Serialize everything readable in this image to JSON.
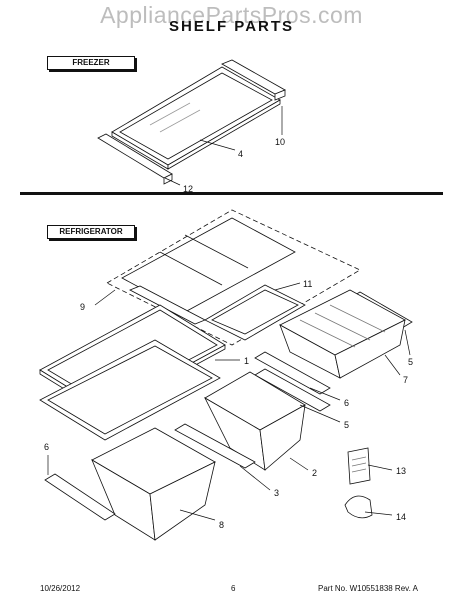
{
  "watermark": "AppliancePartsPros.com",
  "title": "SHELF PARTS",
  "sections": {
    "freezer": "FREEZER",
    "refrigerator": "REFRIGERATOR"
  },
  "callouts": [
    "4",
    "10",
    "12",
    "9",
    "11",
    "1",
    "5",
    "7",
    "6",
    "5",
    "2",
    "13",
    "6",
    "3",
    "8",
    "14"
  ],
  "footer": {
    "date": "10/26/2012",
    "page": "6",
    "part": "Part No. W10551838  Rev. A"
  }
}
